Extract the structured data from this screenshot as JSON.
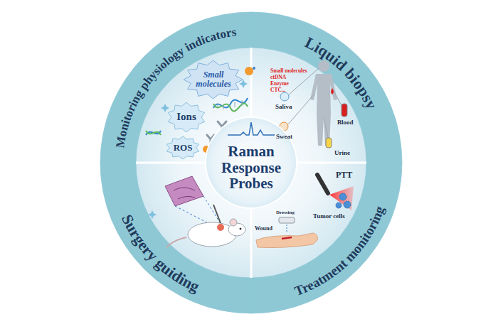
{
  "diagram": {
    "nodes": [
      {
        "text": [
          "Monitoring physiology indicators"
        ]
      },
      {
        "text": [
          "Liquid biopsy"
        ]
      },
      {
        "text": [
          "Treatment monitoring"
        ]
      },
      {
        "text": [
          "Surgery guiding"
        ]
      },
      {
        "text": [
          "Raman Response Probes"
        ]
      },
      {
        "text": [
          "Small molecules"
        ],
        "in": 0
      },
      {
        "text": [
          "Ions"
        ],
        "in": 0
      },
      {
        "text": [
          "ROS"
        ],
        "in": 0
      }
    ],
    "labels": [
      "Small molecules",
      "ctDNA",
      "Enzyme",
      "CTC...",
      "Saliva",
      "Sweat",
      "Blood",
      "Urine",
      "PTT",
      "Tumor cells",
      "Dressing",
      "Wound"
    ]
  }
}
